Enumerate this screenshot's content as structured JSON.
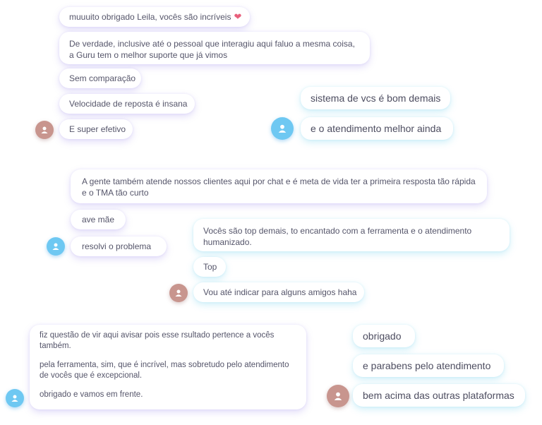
{
  "group1": {
    "msg1": "muuuito obrigado Leila, vocês são incríveis",
    "msg1_emoji": "❤",
    "msg2": "De verdade, inclusive até o pessoal que interagiu aqui faluo a mesma coisa, a Guru tem o melhor suporte que já vimos",
    "msg3": "Sem comparação",
    "msg4": "Velocidade de reposta é insana",
    "msg5": "E super efetivo"
  },
  "group2": {
    "msg1": "sistema de vcs é bom demais",
    "msg2": "e o atendimento melhor ainda"
  },
  "group3": {
    "msg1": "A gente também atende nossos clientes aqui por chat e é meta de vida ter a primeira resposta tão rápida e o TMA tão curto",
    "msg2": "ave mãe",
    "msg3": "resolvi o problema"
  },
  "group4": {
    "msg1": "Vocês são top demais, to encantado com a ferramenta e o atendimento humanizado.",
    "msg2": "Top",
    "msg3": "Vou até indicar para alguns amigos haha"
  },
  "group5": {
    "para1": "fiz questão de vir aqui avisar pois esse rsultado pertence a vocês também.",
    "para2": "pela ferramenta, sim, que é incrível, mas sobretudo pelo atendimento de vocês que é excepcional.",
    "para3": "obrigado e vamos em frente."
  },
  "group6": {
    "msg1": "obrigado",
    "msg2": "e parabens pelo atendimento",
    "msg3": "bem acima das outras plataformas"
  },
  "colors": {
    "avatar_brown": "#c8958e",
    "avatar_blue": "#6ec8f2",
    "glow_purple": "#8c78e6",
    "glow_cyan": "#5ac8eb",
    "heart": "#e8607c"
  },
  "icons": {
    "avatar": "user-icon",
    "heart": "heart-icon"
  }
}
